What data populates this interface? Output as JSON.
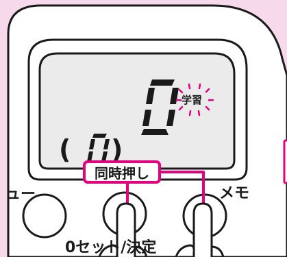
{
  "device": {
    "display": {
      "main_digit": "0",
      "blink_label": "学習",
      "small_digit": "0",
      "paren_open": "(",
      "paren_close": ")"
    },
    "buttons": {
      "left_label": "ュー",
      "right_label": "メモ",
      "bottom_label": "0セット/決定"
    },
    "callout": {
      "text": "同時押し"
    },
    "colors": {
      "accent": "#e4007f",
      "background": "#f6d9ea",
      "lcd": "#ebebeb",
      "outline": "#1a1a1a"
    }
  }
}
